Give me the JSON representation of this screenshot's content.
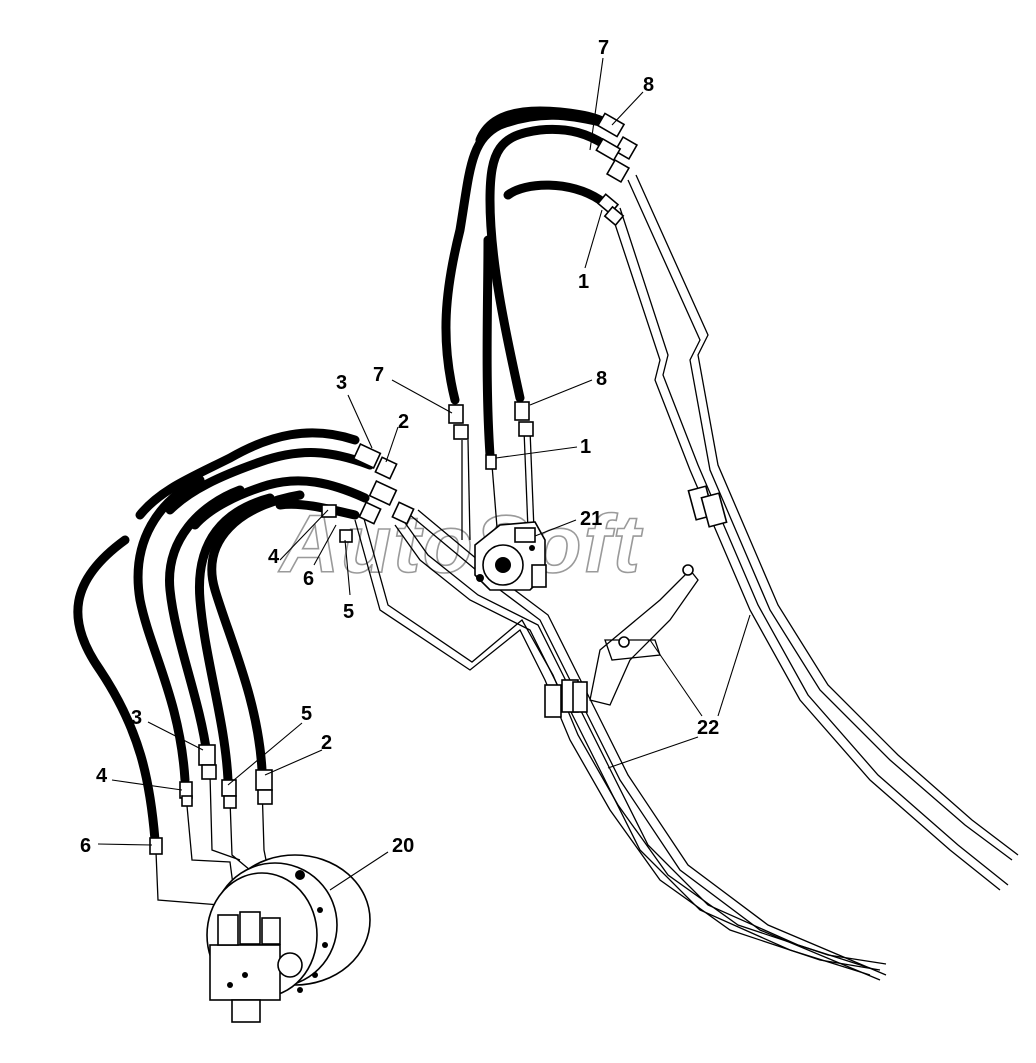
{
  "watermark": "AutoSoft",
  "callouts": {
    "top_7": "7",
    "top_8": "8",
    "top_1": "1",
    "mid_7": "7",
    "mid_8": "8",
    "mid_1": "1",
    "c21": "21",
    "upper_3": "3",
    "upper_2": "2",
    "upper_4": "4",
    "upper_6": "6",
    "upper_5": "5",
    "lower_3": "3",
    "lower_5": "5",
    "lower_2": "2",
    "lower_4": "4",
    "lower_6": "6",
    "c20": "20",
    "c22": "22"
  }
}
